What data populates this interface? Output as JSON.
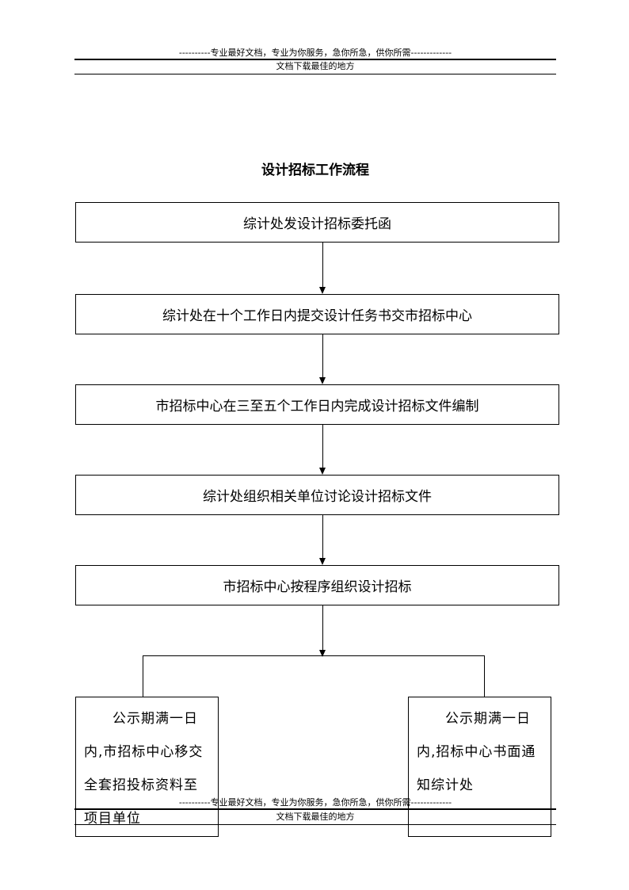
{
  "header": {
    "tagline": "----------专业最好文档，专业为你服务，急你所急，供你所需-------------",
    "subline": "文档下载最佳的地方"
  },
  "title": "设计招标工作流程",
  "steps": [
    "综计处发设计招标委托函",
    "综计处在十个工作日内提交设计任务书交市招标中心",
    "市招标中心在三至五个工作日内完成设计招标文件编制",
    "综计处组织相关单位讨论设计招标文件",
    "市招标中心按程序组织设计招标"
  ],
  "branches": {
    "left": "公示期满一日内,市招标中心移交全套招投标资料至项目单位",
    "right": "公示期满一日内,招标中心书面通知综计处"
  },
  "footer": {
    "tagline": "----------专业最好文档，专业为你服务，急你所急，供你所需-------------",
    "subline": "文档下载最佳的地方"
  }
}
